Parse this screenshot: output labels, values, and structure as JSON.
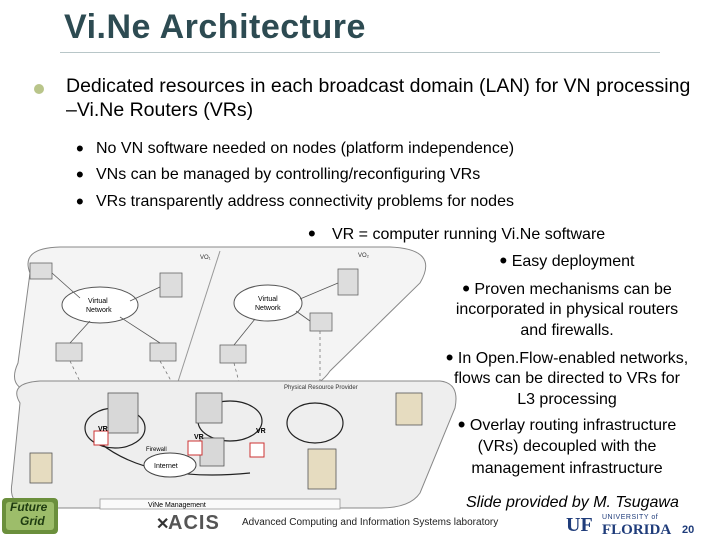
{
  "title": "Vi.Ne Architecture",
  "main_bullet": {
    "text": "Dedicated resources in each broadcast domain (LAN) for VN processing –Vi.Ne Routers (VRs)",
    "sub_bullets": [
      "No VN software needed on nodes (platform independence)",
      "VNs can be managed by controlling/reconfiguring VRs",
      "VRs transparently address connectivity problems for nodes"
    ]
  },
  "right_bullets": {
    "vr_definition": "VR = computer running Vi.Ne software",
    "easy": "Easy deployment",
    "proven": [
      "Proven mechanisms can be",
      "incorporated in physical routers",
      "and firewalls."
    ],
    "openflow": [
      "In Open.Flow-enabled networks,",
      "flows can be directed to VRs for",
      "L3 processing"
    ],
    "overlay": [
      "Overlay routing infrastructure",
      "(VRs) decoupled with the",
      "management infrastructure"
    ]
  },
  "credit": "Slide provided by M. Tsugawa",
  "diagram": {
    "vo1": "VO₁",
    "vo2": "VO₂",
    "virtual_network_1": [
      "Virtual",
      "Network"
    ],
    "virtual_network_2": [
      "Virtual",
      "Network"
    ],
    "physical_provider": "Physical Resource Provider",
    "vr": "VR",
    "firewall": "Firewall",
    "internet": "Internet",
    "vine_management": "ViNe Management"
  },
  "footer": {
    "acis": "ACIS",
    "lab_text": "Advanced Computing and Information Systems laboratory",
    "uf": "UF",
    "university_of": "UNIVERSITY of",
    "florida": "FLORIDA",
    "page_number": "20",
    "futuregrid": [
      "Future",
      "Grid"
    ]
  }
}
